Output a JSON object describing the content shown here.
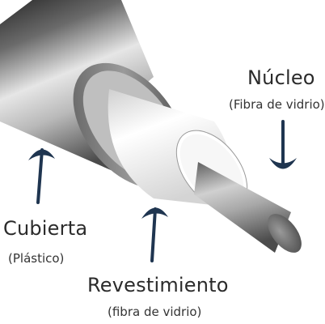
{
  "labels": {
    "core": {
      "title": "Núcleo",
      "subtitle": "(Fibra de vidrio)"
    },
    "jacket": {
      "title": "Cubierta",
      "subtitle": "(Plástico)"
    },
    "cladding": {
      "title": "Revestimiento",
      "subtitle": "(fibra de vidrio)"
    }
  },
  "colors": {
    "jacket_dark": "#3a3a3a",
    "jacket_light": "#d8d8d8",
    "cladding_white": "#f4f4f4",
    "core_gray": "#8a8a8a",
    "arrow_navy": "#1f3550",
    "text": "#2b2b2b"
  }
}
